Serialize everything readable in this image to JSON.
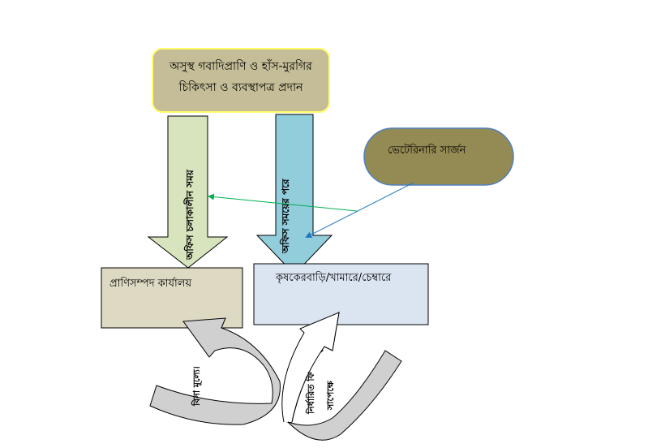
{
  "top_box": {
    "line1": "অসুস্থ গবাদিপ্রাণি ও হাঁস-মুরগির",
    "line2": "চিকিৎসা ও ব্যবস্থাপত্র প্রদান"
  },
  "surgeon": "ভেটেরিনারি সার্জন",
  "arrow_office_hours": "অফিস চলাকালীন সময়",
  "arrow_after_hours": "অফিস সময়ের পরে",
  "office_box": "প্রাণিসম্পদ কার্যালয়",
  "farm_box": "কৃষকেরবাড়ি/খামারে/চেম্বারে",
  "free_label": "বিনা মূল্যে।",
  "fee_label_line1": "নির্ধারিত ফি",
  "fee_label_line2": "সাপেক্ষে",
  "colors": {
    "top_box": "#c4bd97",
    "green_arrow": "#d7e4bd",
    "blue_arrow": "#92cddc",
    "surgeon": "#948a54",
    "office": "#ddd9c3",
    "farm": "#dbe5f1"
  }
}
